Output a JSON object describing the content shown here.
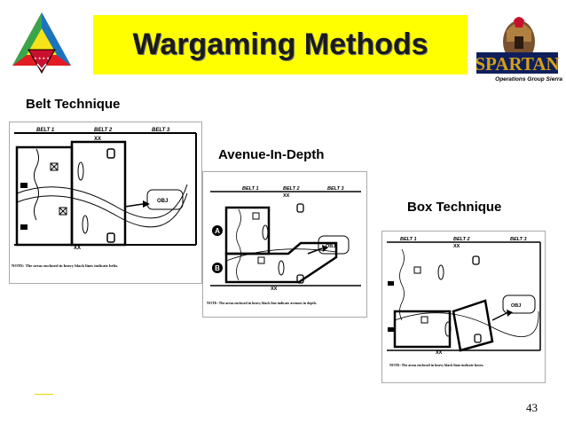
{
  "slide": {
    "title": "Wargaming Methods",
    "labels": {
      "belt": "Belt Technique",
      "avenue": "Avenue-In-Depth",
      "box": "Box  Technique"
    },
    "page_number": "43"
  },
  "logos": {
    "spartan_text": "SPARTAN",
    "spartan_subtitle": "Operations Group Sierra",
    "insignia_colors": [
      "#e31c23",
      "#1b75bc",
      "#f7e319",
      "#3aa54a"
    ]
  },
  "diagrams": {
    "belt": {
      "belts": [
        "BELT 1",
        "BELT 2",
        "BELT 3"
      ],
      "xx": "XX",
      "obj": "OBJ",
      "note": "NOTE:  The areas enclosed in heavy black lines indicate belts."
    },
    "avenue": {
      "belts": [
        "BELT 1",
        "BELT 2",
        "BELT 3"
      ],
      "xx": "XX",
      "obj": "OBJ",
      "markers": [
        "A",
        "B"
      ],
      "note": "NOTE:  The areas enclosed in heavy black line indicate avenues in depth."
    },
    "box": {
      "belts": [
        "BELT 1",
        "BELT 2",
        "BELT 3"
      ],
      "xx": "XX",
      "obj": "OBJ",
      "note": "NOTE:  The areas enclosed in heavy black lines indicate boxes."
    }
  }
}
